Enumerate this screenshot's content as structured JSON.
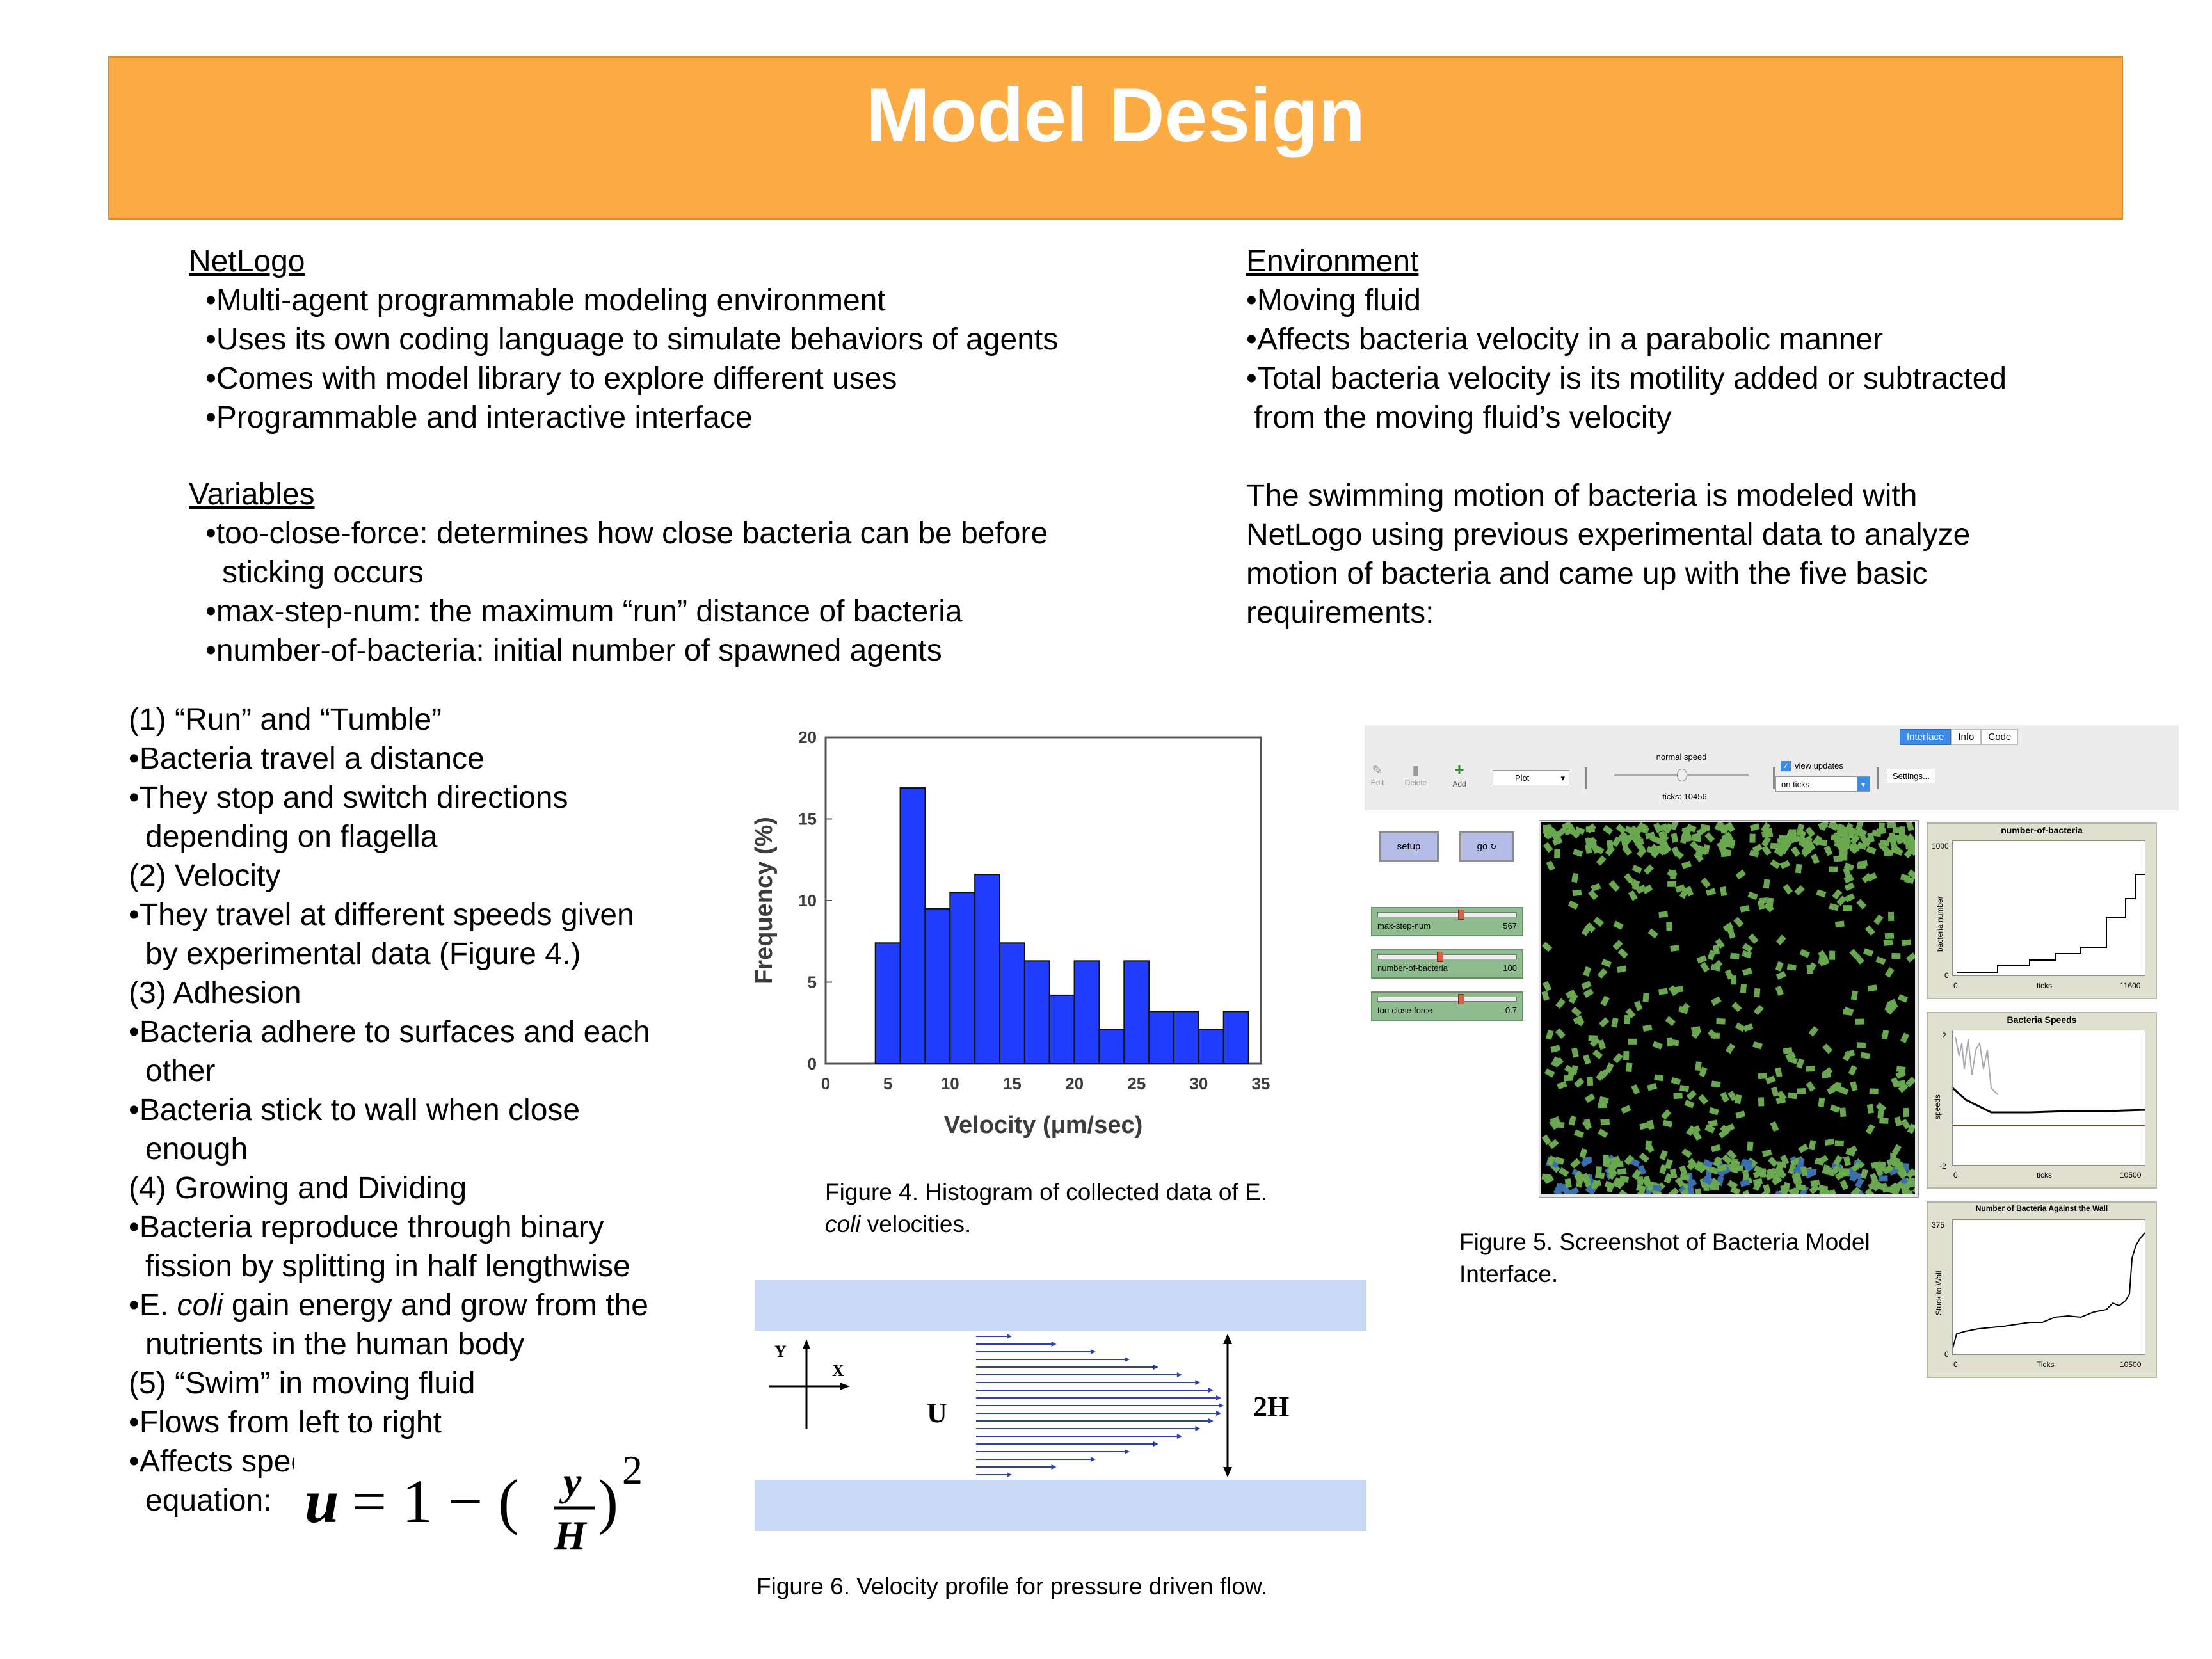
{
  "header": {
    "title": "Model Design"
  },
  "netlogo": {
    "heading": "NetLogo",
    "bullets": [
      "Multi-agent programmable modeling environment",
      "Uses its own coding language to simulate behaviors of agents",
      "Comes with model library to explore different uses",
      "Programmable and interactive interface"
    ]
  },
  "variables": {
    "heading": "Variables",
    "b1a": "too-close-force: determines how close bacteria can be before",
    "b1b": "sticking occurs",
    "b2": "max-step-num: the maximum “run” distance of bacteria",
    "b3": "number-of-bacteria: initial number of spawned agents"
  },
  "environment": {
    "heading": "Environment",
    "b1": "Moving fluid",
    "b2": "Affects bacteria velocity in a parabolic manner",
    "b3a": "Total bacteria velocity is its motility added or subtracted",
    "b3b": "from the moving fluid’s velocity",
    "para": [
      "The swimming motion of bacteria is modeled with",
      "NetLogo using previous experimental data to analyze",
      "motion of bacteria and came up with the five basic",
      "requirements:"
    ]
  },
  "requirements": {
    "h1": "(1) “Run” and “Tumble”",
    "r1a": "Bacteria travel a distance",
    "r1b": "They stop and switch directions",
    "r1c": "depending on flagella",
    "h2": "(2) Velocity",
    "r2a": "They travel at different speeds given",
    "r2b": "by experimental data (Figure 4.)",
    "h3": "(3) Adhesion",
    "r3a": "Bacteria adhere to surfaces and each",
    "r3b": "other",
    "r3c": "Bacteria stick to wall when close",
    "r3d": "enough",
    "h4": "(4) Growing and Dividing",
    "r4a": "Bacteria reproduce through binary",
    "r4b": "fission by splitting in half lengthwise",
    "r4c_pre": "E. ",
    "r4c_it": "coli",
    "r4c_post": " gain energy and grow from the",
    "r4d": "nutrients in the human body",
    "h5": "(5) “Swim” in moving fluid",
    "r5a": "Flows from left to right",
    "r5b": "Affects speed of bacteria with",
    "r5c": "equation:",
    "eq_u": "u",
    "eq_eq": "= 1 − (",
    "eq_y": "y",
    "eq_H": "H",
    "eq_close": ")",
    "eq_exp": "2"
  },
  "figure4": {
    "caption_l1": "Figure 4. Histogram of collected data of E.",
    "caption_l2_it": "coli",
    "caption_l2": " velocities."
  },
  "chart_data": {
    "type": "bar",
    "title": "",
    "xlabel": "Velocity (μm/sec)",
    "ylabel": "Frequency (%)",
    "xlim": [
      0,
      35
    ],
    "ylim": [
      0,
      20
    ],
    "xticks": [
      0,
      5,
      10,
      15,
      20,
      25,
      30,
      35
    ],
    "yticks": [
      0,
      5,
      10,
      15,
      20
    ],
    "bin_width": 2,
    "bins_start": [
      4,
      6,
      8,
      10,
      12,
      14,
      16,
      18,
      20,
      22,
      24,
      26,
      28,
      30,
      32
    ],
    "values": [
      7.4,
      16.9,
      9.5,
      10.5,
      11.6,
      7.4,
      6.3,
      4.2,
      6.3,
      2.1,
      6.3,
      3.2,
      3.2,
      2.1,
      3.2
    ],
    "bar_color": "#1f3cff"
  },
  "figure5": {
    "caption_l1": "Figure 5. Screenshot of Bacteria Model",
    "caption_l2": "Interface.",
    "tabs": [
      "Interface",
      "Info",
      "Code"
    ],
    "toolbar": {
      "edit": "Edit",
      "delete": "Delete",
      "add": "Add",
      "plot": "Plot",
      "speed_label": "normal speed",
      "ticks": "ticks: 10456",
      "view_updates": "view updates",
      "on_ticks": "on ticks",
      "settings": "Settings..."
    },
    "buttons": {
      "setup": "setup",
      "go": "go"
    },
    "sliders": [
      {
        "name": "max-step-num",
        "value": "567",
        "fill": 0.6
      },
      {
        "name": "number-of-bacteria",
        "value": "100",
        "fill": 0.45
      },
      {
        "name": "too-close-force",
        "value": "-0.7",
        "fill": 0.6
      }
    ],
    "plot1": {
      "title": "number-of-bacteria",
      "ylabel": "bacteria number",
      "xlabel": "ticks",
      "ymax": "1000",
      "ymin": "0",
      "xmin": "0",
      "xmax": "11600"
    },
    "plot2": {
      "title": "Bacteria Speeds",
      "ylabel": "speeds",
      "xlabel": "ticks",
      "ymax": "2",
      "ymin": "-2",
      "xmin": "0",
      "xmax": "10500"
    },
    "plot3": {
      "title": "Number of Bacteria Against the Wall",
      "ylabel": "Stuck to Wall",
      "xlabel": "Ticks",
      "ymax": "375",
      "ymin": "0",
      "xmin": "0",
      "xmax": "10500"
    }
  },
  "figure6": {
    "caption": "Figure 6. Velocity profile for pressure driven flow.",
    "axis_y": "Y",
    "axis_x": "X",
    "u_label": "U",
    "height_label": "2H"
  }
}
